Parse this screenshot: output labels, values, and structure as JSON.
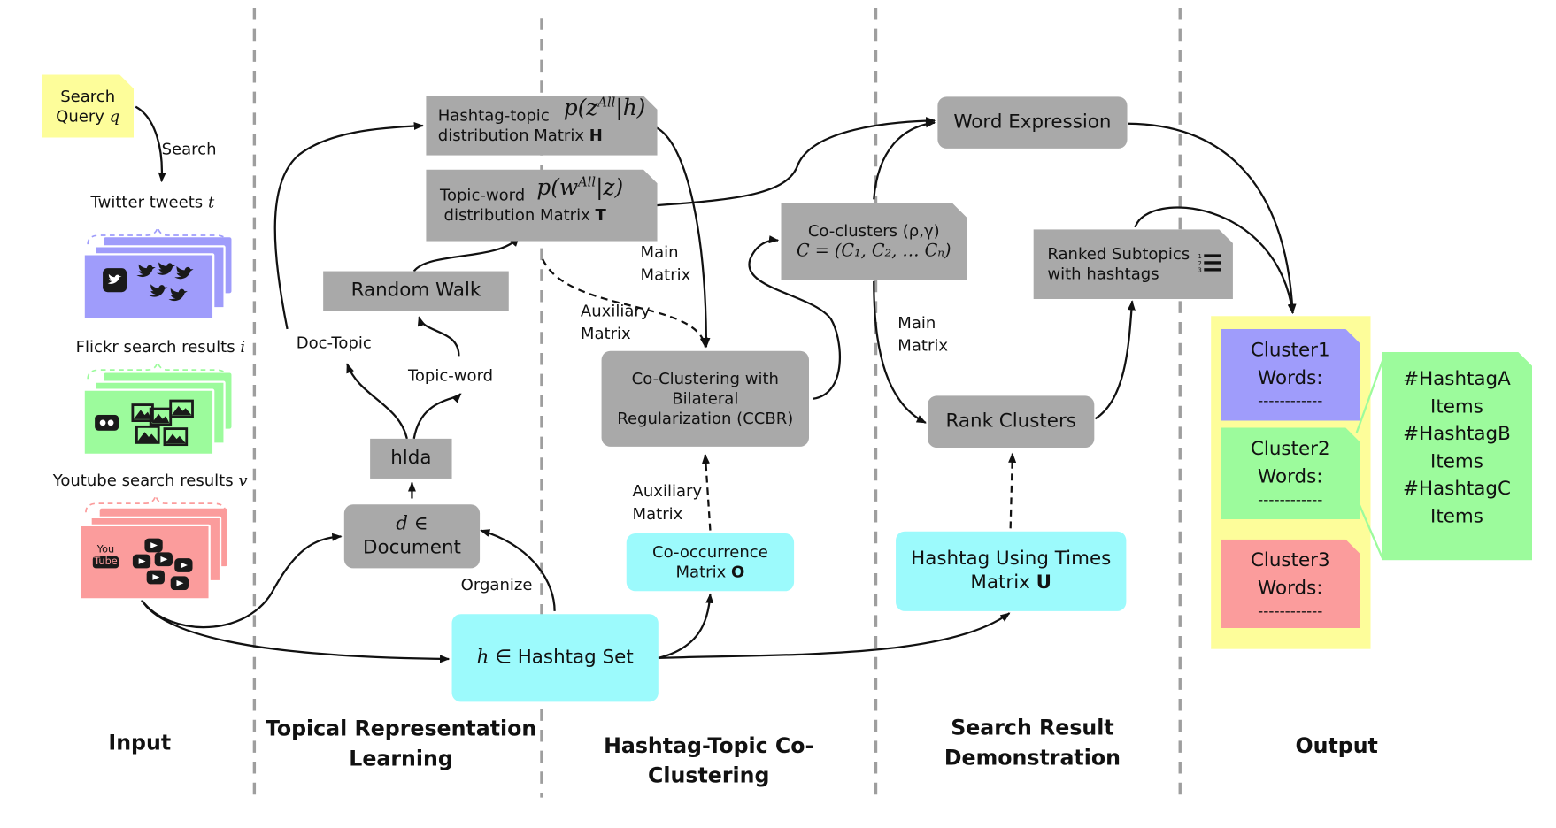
{
  "stages": {
    "input": "Input",
    "topical_line1": "Topical Representation",
    "topical_line2": "Learning",
    "coclustering": "Hashtag-Topic Co-Clustering",
    "search_line1": "Search Result",
    "search_line2": "Demonstration",
    "output": "Output"
  },
  "input": {
    "query_line1": "Search",
    "query_line2": "Query",
    "query_var": "q",
    "search_edge": "Search",
    "twitter_label": "Twitter tweets",
    "twitter_var": "t",
    "flickr_label": "Flickr search results",
    "flickr_var": "i",
    "youtube_label": "Youtube search results",
    "youtube_var": "v",
    "youtube_logo_1": "You",
    "youtube_logo_2": "Tube"
  },
  "topical": {
    "hashtag_topic_line1": "Hashtag-topic",
    "hashtag_topic_line2": "distribution Matrix",
    "hashtag_topic_bold": "H",
    "hashtag_topic_formula": "p(z^All|h)",
    "topic_word_line1": "Topic-word",
    "topic_word_line2": "distribution Matrix",
    "topic_word_bold": "T",
    "topic_word_formula": "p(w^All|z)",
    "random_walk": "Random Walk",
    "doc_topic": "Doc-Topic",
    "topic_word_edge": "Topic-word",
    "hlda": "hlda",
    "document_math": "d ∈",
    "document": "Document",
    "organize": "Organize",
    "hashtag_set_math": "h",
    "hashtag_set": "∈ Hashtag Set"
  },
  "coclustering": {
    "main_matrix_line1": "Main",
    "main_matrix_line2": "Matrix",
    "aux_matrix_line1": "Auxiliary",
    "aux_matrix_line2": "Matrix",
    "ccbr_line1": "Co-Clustering with",
    "ccbr_line2": "Bilateral",
    "ccbr_line3": "Regularization (CCBR)",
    "aux_matrix2_line1": "Auxiliary",
    "aux_matrix2_line2": "Matrix",
    "cooccurrence_line1": "Co-occurrence",
    "cooccurrence_line2": "Matrix",
    "cooccurrence_bold": "O",
    "coclusters_line1": "Co-clusters (ρ,γ)",
    "coclusters_line2": "C = (C₁, C₂, … Cₙ)"
  },
  "demonstration": {
    "word_expression": "Word Expression",
    "ranked_line1": "Ranked Subtopics",
    "ranked_line2": "with hashtags",
    "main_matrix_line1": "Main",
    "main_matrix_line2": "Matrix",
    "rank_clusters": "Rank Clusters",
    "usage_line1": "Hashtag Using Times",
    "usage_line2": "Matrix",
    "usage_bold": "U"
  },
  "output": {
    "clusters": [
      {
        "title": "Cluster1",
        "words": "Words:",
        "dashes": "------------",
        "color": "#9f9cfb"
      },
      {
        "title": "Cluster2",
        "words": "Words:",
        "dashes": "------------",
        "color": "#9cfb9c"
      },
      {
        "title": "Cluster3",
        "words": "Words:",
        "dashes": "------------",
        "color": "#fb9c9c"
      }
    ],
    "hashtags": [
      "#HashtagA",
      "Items",
      "#HashtagB",
      "Items",
      "#HashtagC",
      "Items"
    ]
  },
  "colors": {
    "gray_box": "#a9a9a9",
    "cyan_box": "#9cfafc",
    "yellow_note": "#fdfd9a",
    "twitter": "#9f9cfb",
    "flickr": "#9cfb9c",
    "youtube": "#fb9c9c",
    "divider": "#9e9e9e"
  }
}
